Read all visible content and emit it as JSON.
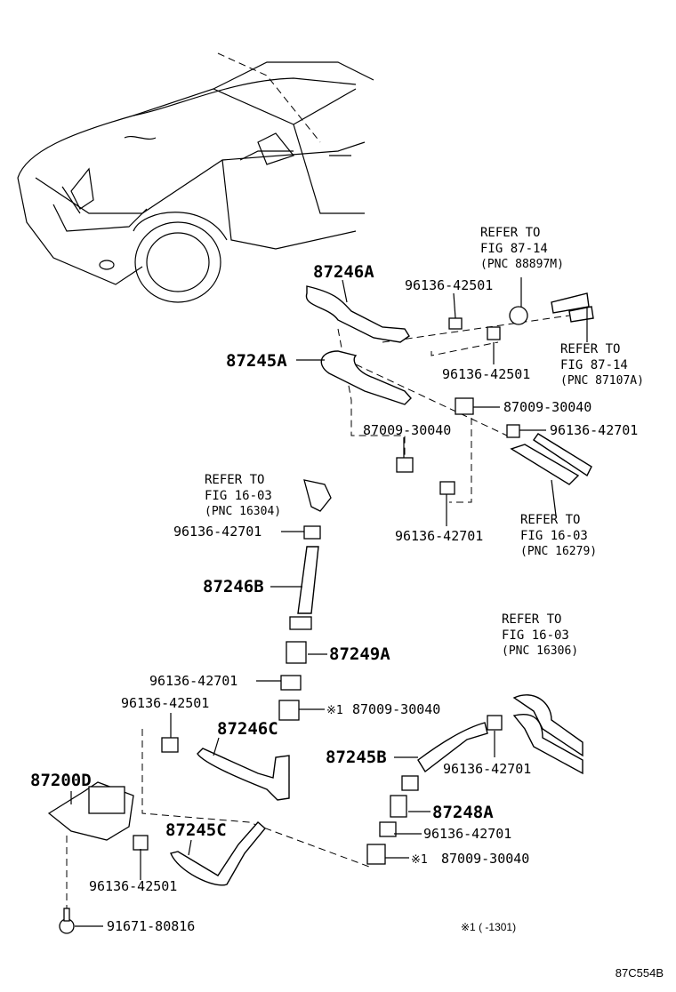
{
  "parts": {
    "p87246A": "87246A",
    "p96136_42501_a": "96136-42501",
    "p87245A": "87245A",
    "p96136_42501_b": "96136-42501",
    "p87009_30040_a": "87009-30040",
    "p87009_30040_b": "87009-30040",
    "p96136_42701_a": "96136-42701",
    "p96136_42701_b": "96136-42701",
    "p96136_42701_c": "96136-42701",
    "p87246B": "87246B",
    "p87249A": "87249A",
    "p96136_42701_d": "96136-42701",
    "p96136_42501_c": "96136-42501",
    "p87009_30040_c": "87009-30040",
    "p87246C": "87246C",
    "p87200D": "87200D",
    "p87245B": "87245B",
    "p96136_42701_e": "96136-42701",
    "p87248A": "87248A",
    "p96136_42701_f": "96136-42701",
    "p87245C": "87245C",
    "p87009_30040_d": "87009-30040",
    "p96136_42501_d": "96136-42501",
    "p91671_80816": "91671-80816"
  },
  "marks": {
    "m1": "※1",
    "m2": "※1"
  },
  "refs": {
    "r1": {
      "l1": "REFER TO",
      "l2": "FIG 87-14",
      "l3": "(PNC 88897M)"
    },
    "r2": {
      "l1": "REFER TO",
      "l2": "FIG 87-14",
      "l3": "(PNC 87107A)"
    },
    "r3": {
      "l1": "REFER TO",
      "l2": "FIG 16-03",
      "l3": "(PNC 16304)"
    },
    "r4": {
      "l1": "REFER TO",
      "l2": "FIG 16-03",
      "l3": "(PNC 16279)"
    },
    "r5": {
      "l1": "REFER TO",
      "l2": "FIG 16-03",
      "l3": "(PNC 16306)"
    }
  },
  "footnote": "※1 (     -1301)",
  "diagram_code": "87C554B"
}
